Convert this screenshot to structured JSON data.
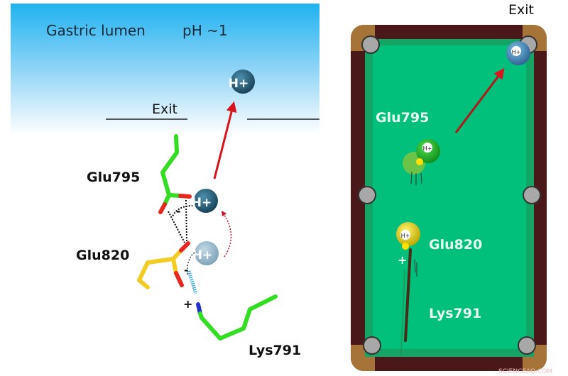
{
  "left_panel": {
    "region_label": "Gastric lumen",
    "ph_label": "pH ~1",
    "exit_label": "Exit",
    "proton_label": "H+",
    "residues": {
      "glu795": "Glu795",
      "glu820": "Glu820",
      "lys791": "Lys791"
    },
    "charges": {
      "minus": "-",
      "plus": "+"
    }
  },
  "right_panel": {
    "exit_label": "Exit",
    "residues": {
      "glu795": "Glu795",
      "glu820": "Glu820",
      "lys791": "Lys791"
    },
    "plus": "+",
    "ball_label": "H+"
  },
  "watermark": "SCIENCEAQ.COM",
  "colors": {
    "lumen_blue": "#29b6f0",
    "proton_dark": "#1f5f7e",
    "proton_light": "#8fb6cc",
    "arrow_red": "#d8141c",
    "carbon_green": "#33dd22",
    "carbon_yellow": "#f2cc22",
    "oxygen_red": "#e8281e",
    "nitrogen_blue": "#2233cc",
    "table_rail": "#4a1818",
    "table_corner": "#a67338",
    "felt": "#00c07c",
    "felt_edge": "#14a566"
  }
}
